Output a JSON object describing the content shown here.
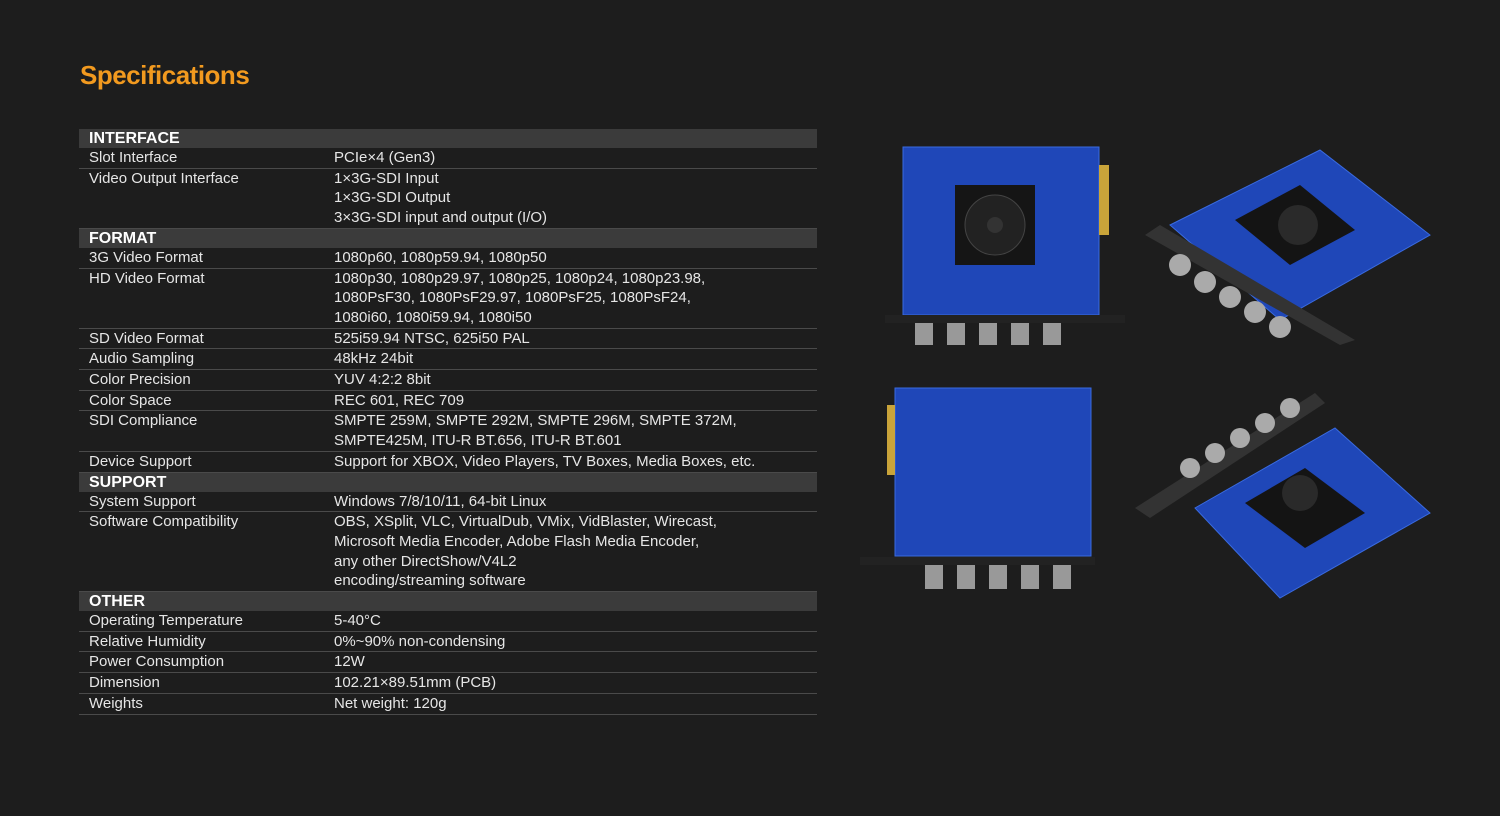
{
  "title": "Specifications",
  "sections": [
    {
      "heading": "INTERFACE",
      "rows": [
        {
          "label": "Slot Interface",
          "value": [
            "PCIe×4 (Gen3)"
          ]
        },
        {
          "label": "Video Output Interface",
          "value": [
            "1×3G-SDI Input",
            "1×3G-SDI Output",
            "3×3G-SDI input and output (I/O)"
          ]
        }
      ]
    },
    {
      "heading": "FORMAT",
      "rows": [
        {
          "label": "3G Video Format",
          "value": [
            "1080p60, 1080p59.94, 1080p50"
          ]
        },
        {
          "label": "HD Video Format",
          "value": [
            "1080p30,  1080p29.97, 1080p25, 1080p24, 1080p23.98,",
            "1080PsF30, 1080PsF29.97, 1080PsF25, 1080PsF24,",
            "1080i60, 1080i59.94, 1080i50"
          ]
        },
        {
          "label": "SD Video Format",
          "value": [
            "525i59.94 NTSC, 625i50 PAL"
          ]
        },
        {
          "label": "Audio Sampling",
          "value": [
            "48kHz 24bit"
          ]
        },
        {
          "label": "Color  Precision",
          "value": [
            "YUV 4:2:2 8bit"
          ]
        },
        {
          "label": "Color Space",
          "value": [
            "REC 601, REC 709"
          ]
        },
        {
          "label": "SDI Compliance",
          "value": [
            "SMPTE 259M, SMPTE 292M, SMPTE 296M, SMPTE 372M,",
            "SMPTE425M,  ITU-R BT.656, ITU-R BT.601"
          ]
        },
        {
          "label": "Device Support",
          "value": [
            "Support for XBOX, Video Players, TV Boxes, Media Boxes, etc."
          ]
        }
      ]
    },
    {
      "heading": "SUPPORT",
      "rows": [
        {
          "label": "System Support",
          "value": [
            "Windows 7/8/10/11, 64-bit Linux"
          ]
        },
        {
          "label": "Software Compatibility",
          "value": [
            "OBS, XSplit, VLC, VirtualDub, VMix, VidBlaster, Wirecast,",
            "Microsoft Media Encoder,  Adobe Flash Media Encoder,",
            "any other DirectShow/V4L2",
            "encoding/streaming software"
          ]
        }
      ]
    },
    {
      "heading": "OTHER",
      "rows": [
        {
          "label": "Operating Temperature",
          "value": [
            "5-40°C"
          ]
        },
        {
          "label": "Relative Humidity",
          "value": [
            "0%~90% non-condensing"
          ]
        },
        {
          "label": "Power Consumption",
          "value": [
            "12W"
          ]
        },
        {
          "label": "Dimension",
          "value": [
            "102.21×89.51mm (PCB)"
          ]
        },
        {
          "label": "Weights",
          "value": [
            "Net weight: 120g"
          ]
        }
      ]
    }
  ],
  "colors": {
    "accent": "#f29a1f",
    "background": "#1d1d1d",
    "section": "#3b3b3b",
    "pcb": "#1f47b8"
  }
}
